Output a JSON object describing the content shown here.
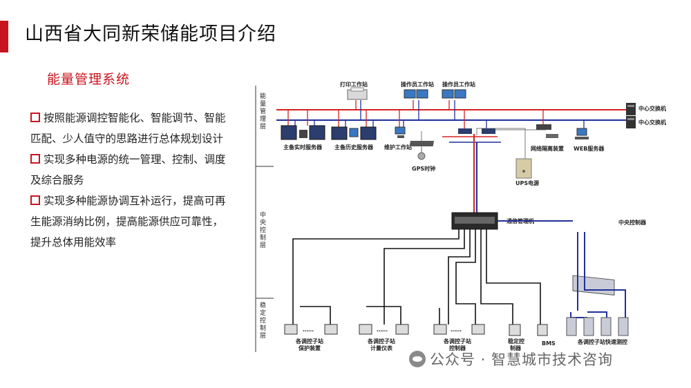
{
  "title": "山西省大同新荣储能项目介绍",
  "subtitle": "能量管理系统",
  "bullets": [
    "按照能源调控智能化、智能调节、智能匹配、少人值守的思路进行总体规划设计",
    "实现多种电源的统一管理、控制、调度及综合服务",
    "实现多种能源协调互补运行，提高可再生能源消纳比例，提高能源供应可靠性，提升总体用能效率"
  ],
  "layers": {
    "energy": "能量管理层",
    "central": "中央控制层",
    "stable": "稳定控制层"
  },
  "nodes": {
    "print_station": "打印工作站",
    "operator_station_1": "操作员工作站",
    "operator_station_2": "操作员工作站",
    "core_switch_1": "中心交换机",
    "core_switch_2": "中心交换机",
    "main_rt_server": "主备实时服务器",
    "main_hist_server": "主备历史服务器",
    "maint_station": "维护工作站",
    "net_isolation": "网络隔离装置",
    "web_server": "WEB服务器",
    "gps_clock": "GPS时钟",
    "ups": "UPS电源",
    "comm_manager": "通信管理机",
    "central_controller": "中央控制器",
    "sub_protect_1": "各调控子站",
    "sub_protect_2": "保护装置",
    "sub_meter_1": "各调控子站",
    "sub_meter_2": "计量仪表",
    "sub_ctrl_1": "各调控子站",
    "sub_ctrl_2": "控制器",
    "stab_ctrl_1": "稳定控",
    "stab_ctrl_2": "制器",
    "bms": "BMS",
    "fast_measure": "各调控子站快速测控",
    "dots": "……"
  },
  "watermark": "公众号 · 智慧城市技术咨询",
  "colors": {
    "accent": "#c8141e",
    "bus_red": "#d62020",
    "bus_blue": "#1f2f9a"
  }
}
